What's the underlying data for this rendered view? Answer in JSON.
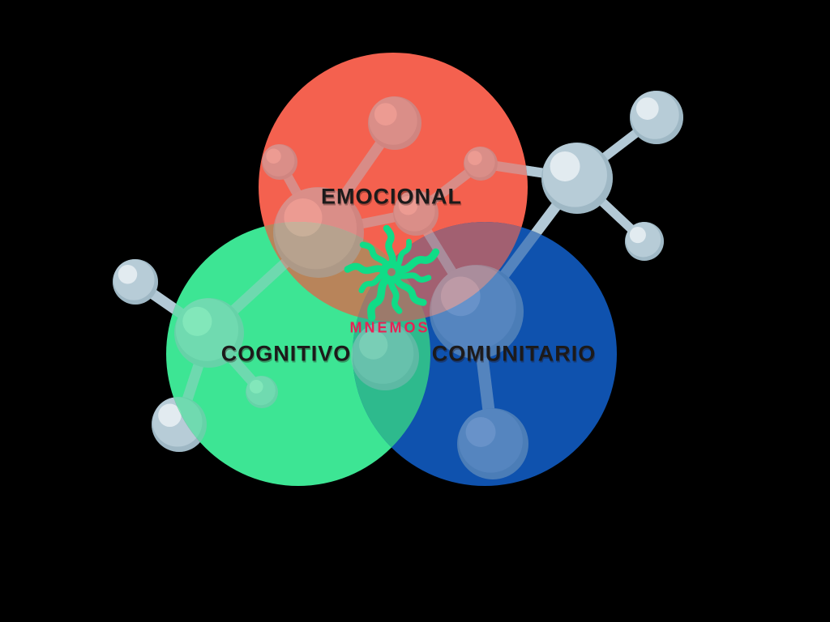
{
  "page": {
    "background_color": "#000000",
    "description": "Venn diagram of three wellbeing dimensions with central neuron icon and molecule decorations"
  },
  "diagram": {
    "type": "venn",
    "center_label": "MNEMOS",
    "center_label_color": "#e82255",
    "set_label_color": "#1c1a1a",
    "sets": [
      {
        "id": "emocional",
        "label": "EMOCIONAL",
        "color": "#f4614f"
      },
      {
        "id": "cognitivo",
        "label": "COGNITIVO",
        "color": "#3de594"
      },
      {
        "id": "comunitario",
        "label": "COMUNITARIO",
        "color": "#0f52ae"
      }
    ],
    "overlaps": {
      "emocional_cognitivo": "#b8845a",
      "emocional_comunitario": "#a26071",
      "cognitivo_comunitario": "#2eba8d",
      "center_all": "#9c7a6b"
    },
    "icons": {
      "neuron_color": "#10dc87",
      "molecule_ball_color": "#b7ccd7",
      "molecule_bond_color": "#b3c9d6"
    }
  }
}
